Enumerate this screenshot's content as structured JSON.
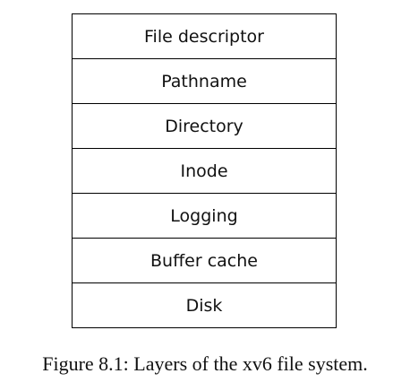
{
  "diagram": {
    "layers": [
      "File descriptor",
      "Pathname",
      "Directory",
      "Inode",
      "Logging",
      "Buffer cache",
      "Disk"
    ]
  },
  "caption": "Figure 8.1: Layers of the xv6 file system.",
  "colors": {
    "border": "#000000",
    "text": "#111111",
    "background": "#ffffff"
  }
}
